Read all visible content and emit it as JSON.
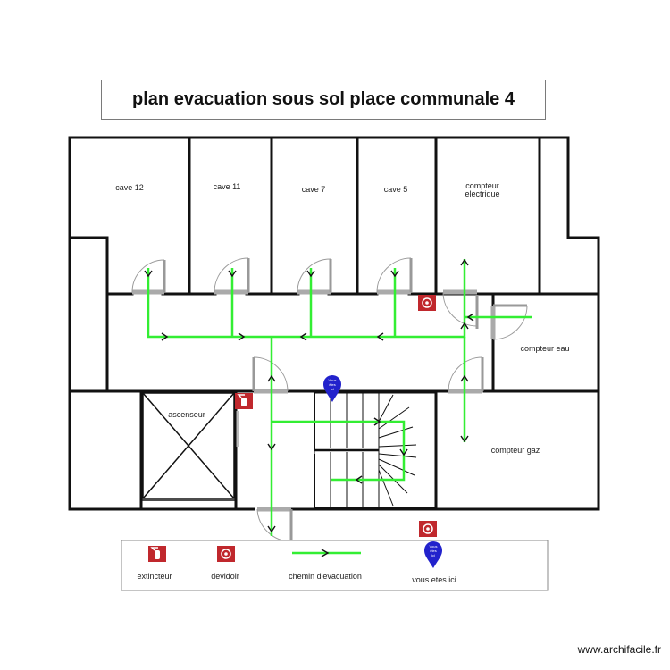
{
  "title": "plan evacuation sous sol place communale 4",
  "rooms": {
    "cave12": "cave 12",
    "cave11": "cave 11",
    "cave7": "cave 7",
    "cave5": "cave 5",
    "compteur_elec_1": "compteur",
    "compteur_elec_2": "electrique",
    "compteur_eau": "compteur eau",
    "compteur_gaz": "compteur gaz",
    "ascenseur": "ascenseur"
  },
  "marker_text": [
    "Vous",
    "êtes",
    "ici"
  ],
  "legend": {
    "extincteur": "extincteur",
    "devidoir": "devidoir",
    "chemin": "chemin d'evacuation",
    "vous_etes_ici": "vous etes ici"
  },
  "footer": "www.archifacile.fr",
  "colors": {
    "path": "#33ee33",
    "walls": "#111111",
    "door": "#999999",
    "fire_red": "#c0282d",
    "marker": "#2222cc"
  }
}
